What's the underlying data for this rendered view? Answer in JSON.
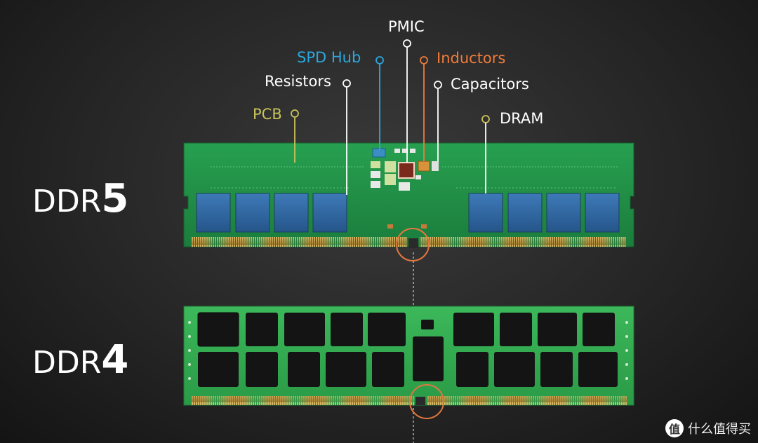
{
  "modules": {
    "ddr5": {
      "base": "DDR",
      "gen": "5"
    },
    "ddr4": {
      "base": "DDR",
      "gen": "4"
    }
  },
  "callouts": {
    "pmic": "PMIC",
    "spd_hub": "SPD Hub",
    "inductors": "Inductors",
    "resistors": "Resistors",
    "capacitors": "Capacitors",
    "pcb": "PCB",
    "dram": "DRAM"
  },
  "colors": {
    "pmic": "#ffffff",
    "spd_hub": "#2aa8e0",
    "inductors": "#f07c3a",
    "resistors": "#ffffff",
    "capacitors": "#ffffff",
    "pcb": "#c9c25a",
    "dram": "#ffffff",
    "notch_ring": "#e2773f",
    "pcb_green": "#1f8a45",
    "gold": "#c9a24a"
  },
  "watermark": {
    "badge": "值",
    "text": "什么值得买"
  }
}
